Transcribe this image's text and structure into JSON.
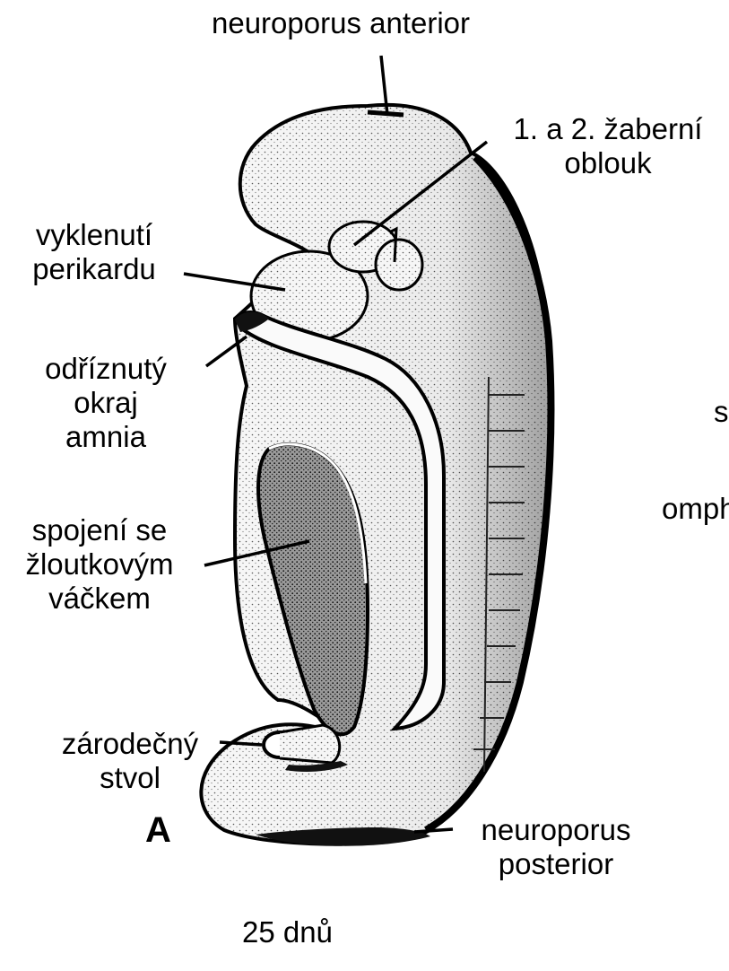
{
  "labels": {
    "neuroporus_anterior": "neuroporus anterior",
    "gill_arches_line1": "1. a 2. žaberní",
    "gill_arches_line2": "oblouk",
    "pericardium_line1": "vyklenutí",
    "pericardium_line2": "perikardu",
    "amnion_line1": "odříznutý",
    "amnion_line2": "okraj",
    "amnion_line3": "amnia",
    "yolk_line1": "spojení se",
    "yolk_line2": "žloutkovým",
    "yolk_line3": "váčkem",
    "stalk_line1": "zárodečný",
    "stalk_line2": "stvol",
    "neuroporus_posterior_line1": "neuroporus",
    "neuroporus_posterior_line2": "posterior",
    "panel_letter": "A",
    "age_caption": "25 dnů",
    "cropped_right_1": "s",
    "cropped_right_2": "omph"
  },
  "colors": {
    "ink": "#000000",
    "embryo_fill": "#f4f4f4",
    "shade": "#c8c8c8",
    "background": "#ffffff"
  }
}
